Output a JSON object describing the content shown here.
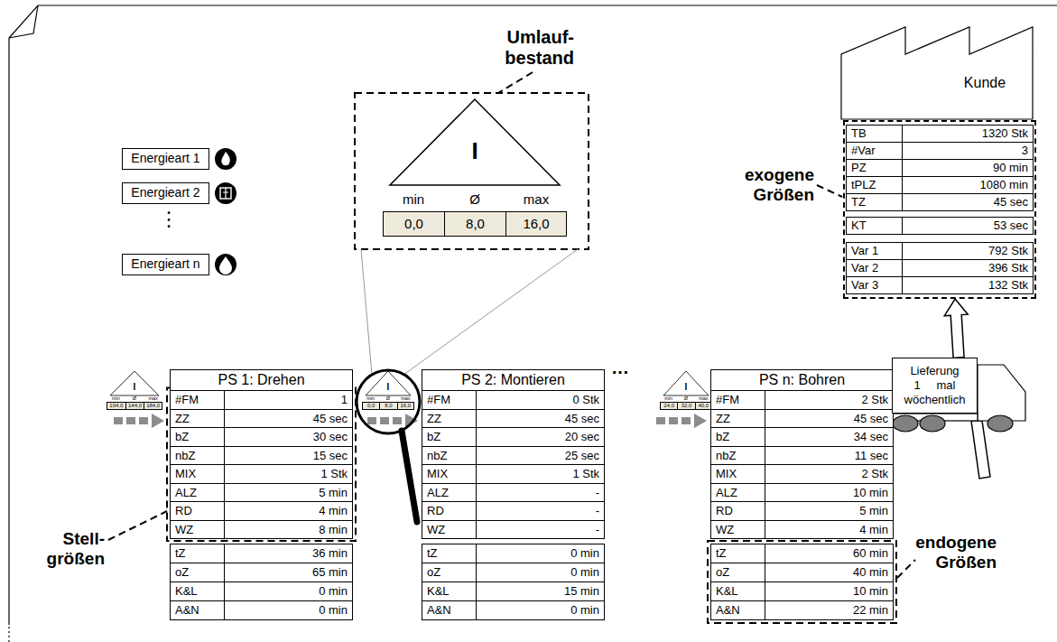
{
  "diagram": {
    "nodes": [
      {
        "text": [
          "Energieart 1"
        ]
      },
      {
        "text": [
          "Energieart 2"
        ]
      },
      {
        "text": [
          "Energieart n"
        ]
      },
      {
        "text": [
          "I",
          "min",
          "Ø",
          "max",
          "0,0",
          "8,0",
          "16,0"
        ]
      },
      {
        "text": [
          "I",
          "min",
          "Ø",
          "max",
          "104,0",
          "144,0",
          "184,0"
        ]
      },
      {
        "text": [
          "PS 1: Drehen"
        ]
      },
      {
        "text": [
          "#FM",
          "1",
          "ZZ",
          "45 sec",
          "bZ",
          "30 sec",
          "nbZ",
          "15 sec",
          "MIX",
          "1 Stk",
          "ALZ",
          "5 min",
          "RD",
          "4 min",
          "WZ",
          "8 min"
        ]
      },
      {
        "text": [
          "tZ",
          "36 min",
          "oZ",
          "65 min",
          "K&L",
          "0 min",
          "A&N",
          "0 min"
        ]
      },
      {
        "text": [
          "I",
          "min",
          "Ø",
          "max",
          "0,0",
          "8,0",
          "16,0"
        ]
      },
      {
        "text": [
          "PS 2: Montieren"
        ]
      },
      {
        "text": [
          "#FM",
          "0 Stk",
          "ZZ",
          "45 sec",
          "bZ",
          "20 sec",
          "nbZ",
          "25 sec",
          "MIX",
          "1 Stk",
          "ALZ",
          "-",
          "RD",
          "-",
          "WZ",
          "-"
        ]
      },
      {
        "text": [
          "tZ",
          "0 min",
          "oZ",
          "0 min",
          "K&L",
          "15 min",
          "A&N",
          "0 min"
        ]
      },
      {
        "text": [
          "I",
          "min",
          "Ø",
          "max",
          "24,0",
          "32,0",
          "40,0"
        ]
      },
      {
        "text": [
          "PS n: Bohren"
        ]
      },
      {
        "text": [
          "#FM",
          "2 Stk",
          "ZZ",
          "45 sec",
          "bZ",
          "34 sec",
          "nbZ",
          "11 sec",
          "MIX",
          "2 Stk",
          "ALZ",
          "10 min",
          "RD",
          "5 min",
          "WZ",
          "4 min"
        ]
      },
      {
        "text": [
          "tZ",
          "60 min",
          "oZ",
          "40 min",
          "K&L",
          "10 min",
          "A&N",
          "22 min"
        ]
      },
      {
        "text": [
          "Kunde"
        ]
      },
      {
        "text": [
          "TB",
          "1320 Stk",
          "#Var",
          "3",
          "PZ",
          "90 min",
          "tPLZ",
          "1080 min",
          "TZ",
          "45 sec",
          "KT",
          "53 sec",
          "Var 1",
          "792 Stk",
          "Var 2",
          "396 Stk",
          "Var 3",
          "132 Stk"
        ]
      },
      {
        "text": [
          "Lieferung 1 mal wöchentlich"
        ]
      }
    ],
    "edges": [
      {
        "from": 18,
        "to": 17,
        "arrow": "to"
      }
    ],
    "labels": [
      "Umlauf- bestand",
      "Stell- größen",
      "exogene Größen",
      "endogene Größen",
      "⋮",
      "…"
    ]
  }
}
